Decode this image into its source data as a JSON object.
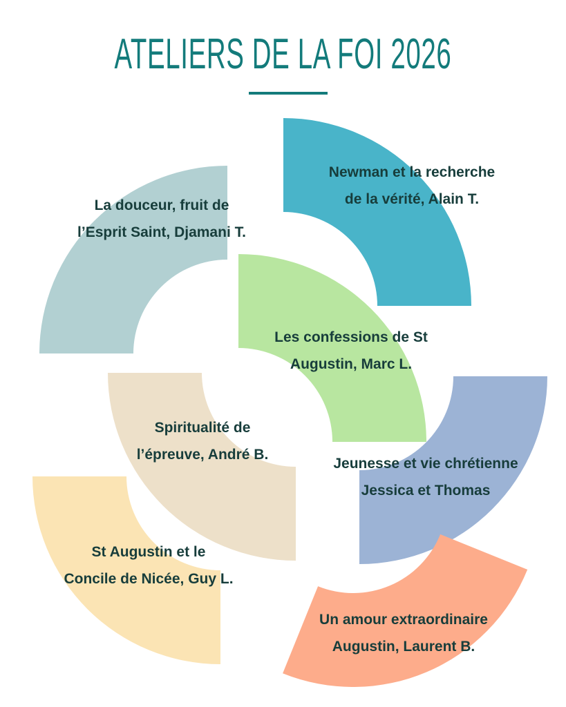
{
  "title": "ATELIERS DE LA FOI 2026",
  "colors": {
    "title": "#137b7b",
    "text": "#173d3b"
  },
  "workshops": [
    {
      "line1": "La douceur, fruit de",
      "line2": "l’Esprit Saint, Djamani T.",
      "color": "#b2d0d2"
    },
    {
      "line1": "Newman et la recherche",
      "line2": "de la vérité, Alain T.",
      "color": "#49b4c9"
    },
    {
      "line1": "Les confessions de St",
      "line2": "Augustin, Marc L.",
      "color": "#b8e6a0"
    },
    {
      "line1": "Jeunesse et vie chrétienne",
      "line2": "Jessica et Thomas",
      "color": "#9cb3d5"
    },
    {
      "line1": "Spiritualité de",
      "line2": "l’épreuve, André B.",
      "color": "#ede0c9"
    },
    {
      "line1": "St Augustin et le",
      "line2": "Concile de Nicée, Guy L.",
      "color": "#fbe4b4"
    },
    {
      "line1": "Un amour extraordinaire",
      "line2": "Augustin, Laurent B.",
      "color": "#fdac8b"
    }
  ]
}
